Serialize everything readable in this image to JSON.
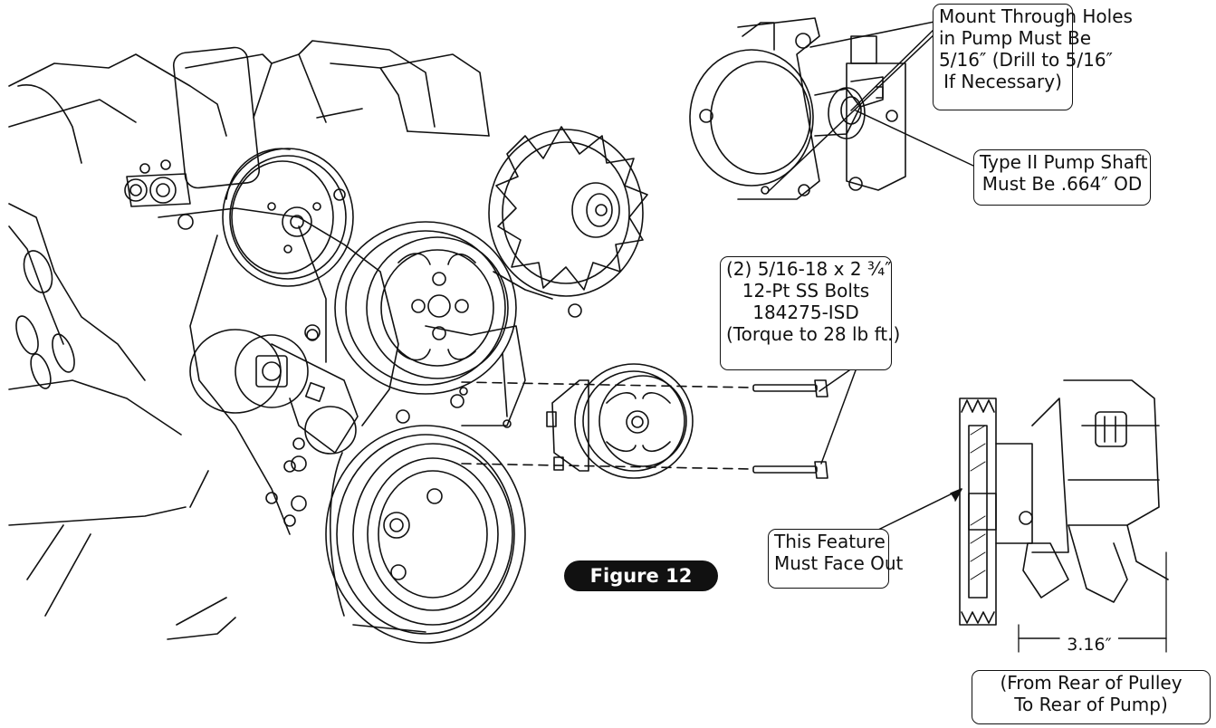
{
  "figure_label": "Figure 12",
  "callouts": {
    "mount_holes": [
      "Mount Through Holes",
      "in Pump Must Be",
      "5/16″ (Drill to 5/16″",
      "If Necessary)"
    ],
    "pump_shaft": [
      "Type II Pump Shaft",
      "Must Be .664″ OD"
    ],
    "bolts": [
      "(2) 5/16-18 x 2 ¾″",
      "12-Pt SS Bolts",
      "184275-ISD",
      "(Torque to 28 lb ft.)"
    ],
    "feature": [
      "This Feature",
      "Must Face Out"
    ],
    "dimension_note": [
      "(From Rear of Pulley",
      "To Rear of Pump)"
    ]
  },
  "dimension": "3.16″",
  "colors": {
    "line": "#111111",
    "shade": "#d9d9d9",
    "background": "#ffffff"
  }
}
